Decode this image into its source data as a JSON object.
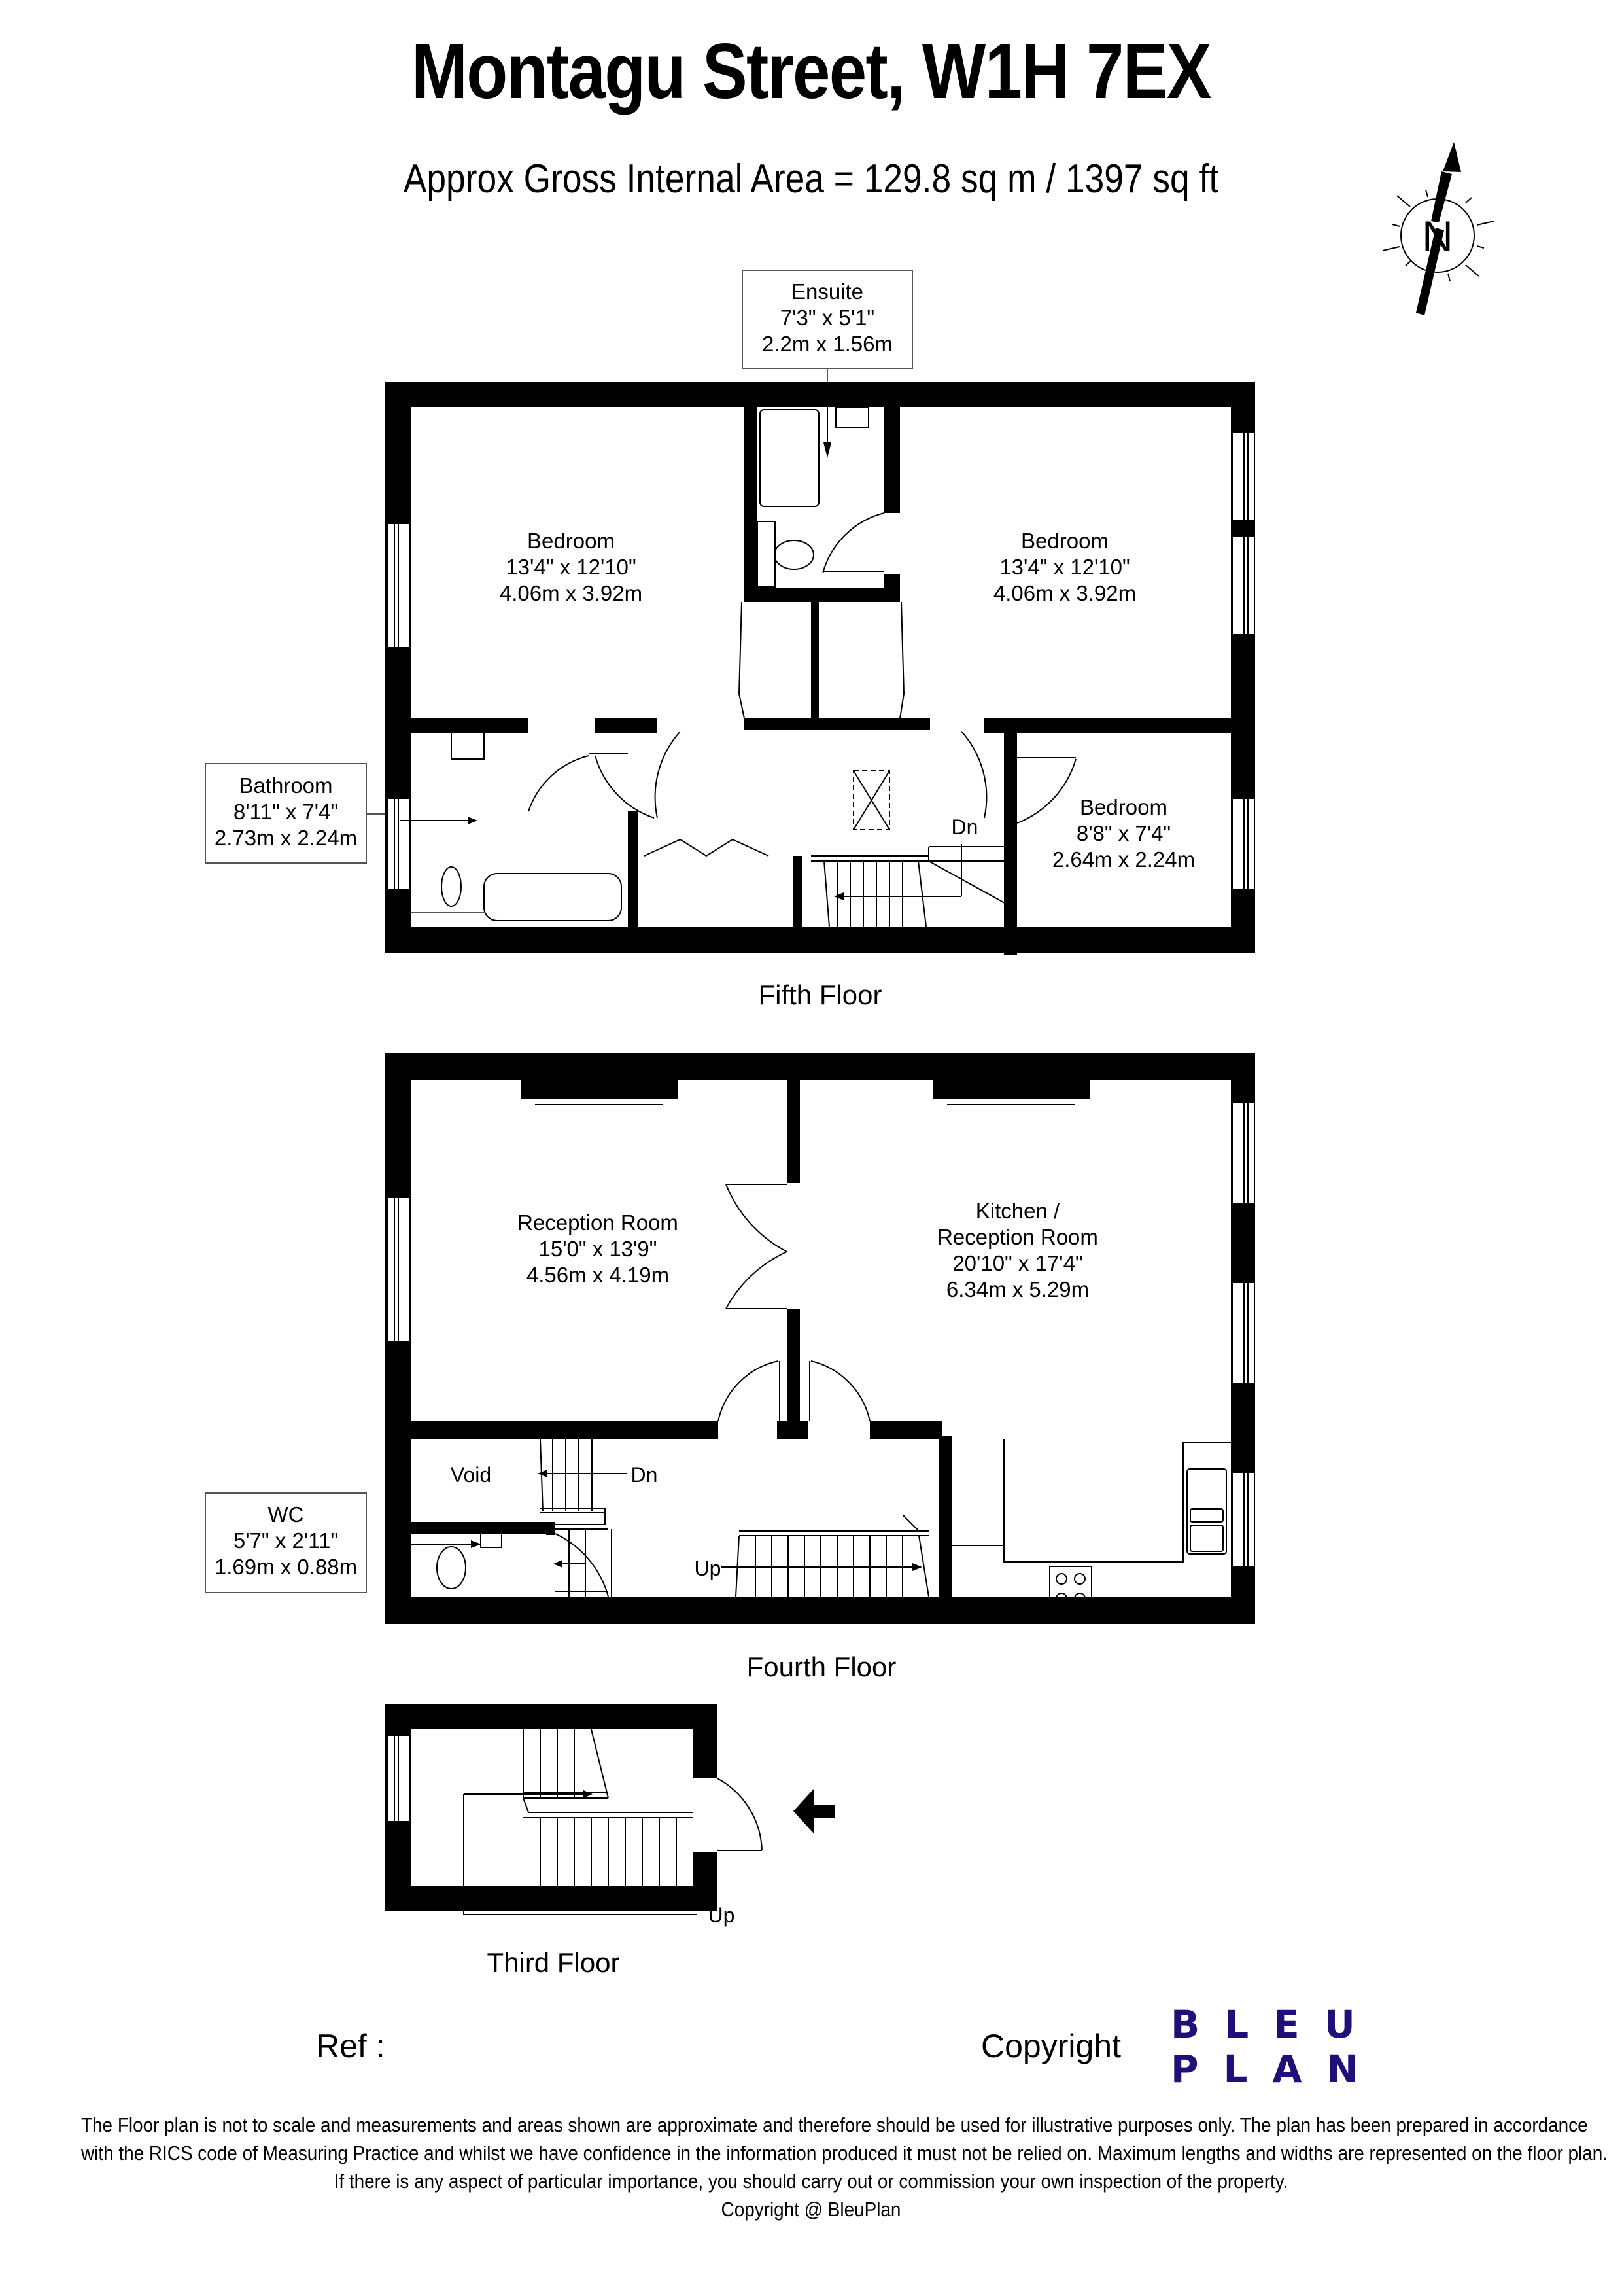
{
  "header": {
    "title": "Montagu Street, W1H 7EX",
    "subtitle": "Approx Gross Internal Area = 129.8 sq m / 1397 sq ft"
  },
  "compass": {
    "icon": "north-arrow-icon",
    "label": "N"
  },
  "floors": {
    "fifth": {
      "label": "Fifth Floor",
      "rooms": [
        {
          "name": "Bedroom",
          "imperial": "13'4\" x 12'10\"",
          "metric": "4.06m x 3.92m"
        },
        {
          "name": "Bedroom",
          "imperial": "13'4\" x 12'10\"",
          "metric": "4.06m x 3.92m"
        },
        {
          "name": "Bedroom",
          "imperial": "8'8\" x 7'4\"",
          "metric": "2.64m x 2.24m"
        }
      ],
      "callouts": [
        {
          "name": "Ensuite",
          "imperial": "7'3\" x 5'1\"",
          "metric": "2.2m x 1.56m"
        },
        {
          "name": "Bathroom",
          "imperial": "8'11\" x 7'4\"",
          "metric": "2.73m x 2.24m"
        }
      ],
      "stair_label": "Dn"
    },
    "fourth": {
      "label": "Fourth Floor",
      "rooms": [
        {
          "name": "Reception Room",
          "imperial": "15'0\" x 13'9\"",
          "metric": "4.56m x 4.19m"
        },
        {
          "name_line1": "Kitchen /",
          "name_line2": "Reception Room",
          "imperial": "20'10\" x 17'4\"",
          "metric": "6.34m x 5.29m"
        }
      ],
      "callouts": [
        {
          "name": "WC",
          "imperial": "5'7\" x 2'11\"",
          "metric": "1.69m x 0.88m"
        }
      ],
      "void_label": "Void",
      "stair_down_label": "Dn",
      "stair_up_label": "Up"
    },
    "third": {
      "label": "Third Floor",
      "stair_up_label": "Up",
      "entrance_icon": "entrance-arrow-icon"
    }
  },
  "footer": {
    "ref_label": "Ref  :",
    "copyright_label": "Copyright",
    "logo_line1": "BLEU",
    "logo_line2": "PLAN",
    "logo_color": "#1f0f78",
    "disclaimer": [
      "The Floor plan is not to scale and measurements and areas shown are approximate and therefore should be used for illustrative purposes only. The plan has been prepared in accordance",
      "with the RICS code of Measuring Practice and whilst we have confidence in the information produced it must not be relied on. Maximum lengths and widths are represented on the floor plan.",
      "If there is any aspect of particular importance, you should carry out or commission your own inspection of the property.",
      "Copyright @ BleuPlan"
    ]
  }
}
